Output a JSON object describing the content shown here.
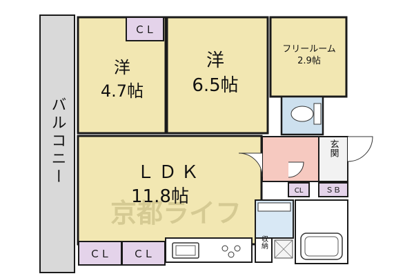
{
  "colors": {
    "room": "#f2e7b2",
    "balcony": "#d9d9d9",
    "closet": "#e4d3ea",
    "wet": "#cde0ee",
    "washroom": "#d8e8f5",
    "entry": "#f6c9c0",
    "tile": "#f2f2f2",
    "wall": "#1a1a1a",
    "watermark": "#c9bf86"
  },
  "rooms": {
    "balcony": "バルコニー",
    "western_a_name": "洋",
    "western_a_size": "4.7帖",
    "western_b_name": "洋",
    "western_b_size": "6.5帖",
    "free_room_name": "フリールーム",
    "free_room_size": "2.9帖",
    "ldk_name": "ＬＤＫ",
    "ldk_size": "11.8帖",
    "entrance": "玄関",
    "storage_short": "収納"
  },
  "labels": {
    "cl_top": "ＣＬ",
    "cl_mid": "CL",
    "sb": "ＳＢ",
    "cl_bottom_1": "ＣＬ",
    "cl_bottom_2": "ＣＬ"
  },
  "watermark": "京都ライフ",
  "icons": [
    "toilet-icon",
    "sink-icon",
    "stove-icon",
    "washbasin-icon",
    "bathtub-icon",
    "washing-machine-icon"
  ]
}
